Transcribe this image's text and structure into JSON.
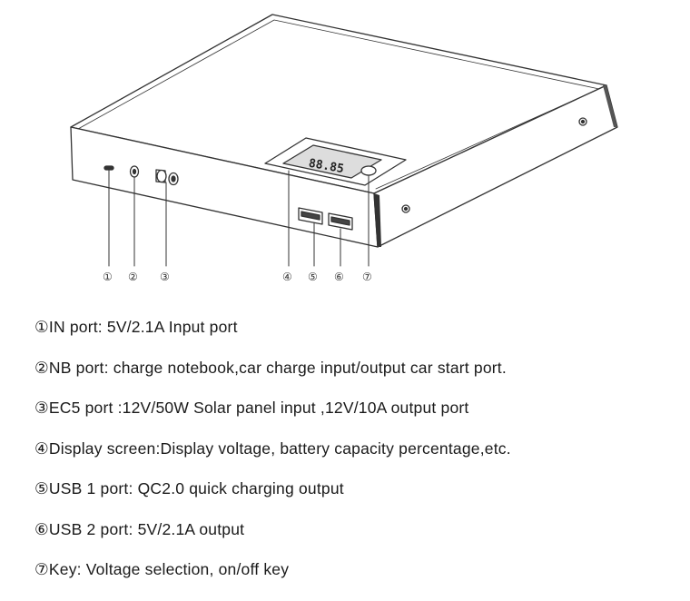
{
  "callout_labels": [
    "①",
    "②",
    "③",
    "④",
    "⑤",
    "⑥",
    "⑦"
  ],
  "descriptions": [
    "①IN port: 5V/2.1A Input port",
    "②NB port: charge notebook,car charge input/output car start port.",
    "③EC5 port :12V/50W Solar panel input ,12V/10A output port",
    "④Display screen:Display voltage, battery capacity percentage,etc.",
    "⑤USB 1 port: QC2.0 quick charging output",
    "⑥USB 2 port: 5V/2.1A output",
    "⑦Key: Voltage selection, on/off key"
  ],
  "display_readout": "88.85",
  "colors": {
    "line": "#333333",
    "background": "#ffffff"
  }
}
